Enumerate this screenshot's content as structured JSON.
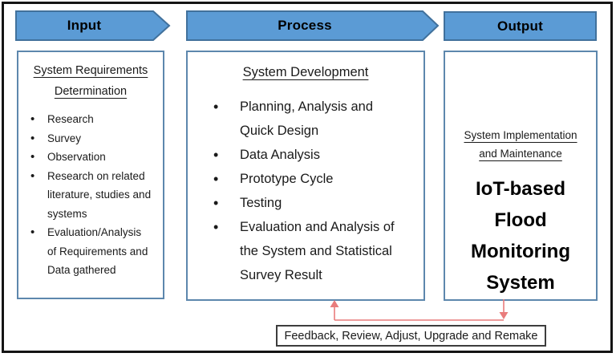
{
  "headers": {
    "input": "Input",
    "process": "Process",
    "output": "Output"
  },
  "input_box": {
    "title": "System Requirements Determination",
    "items": [
      "Research",
      "Survey",
      "Observation",
      "Research on related literature, studies and systems",
      "Evaluation/Analysis of Requirements and Data gathered"
    ]
  },
  "process_box": {
    "title": "System Development",
    "items": [
      "Planning, Analysis and Quick Design",
      "Data Analysis",
      "Prototype Cycle",
      "Testing",
      "Evaluation and Analysis of the System and Statistical Survey Result"
    ]
  },
  "output_box": {
    "title": "System Implementation and Maintenance",
    "product_lines": [
      "IoT-based",
      "Flood",
      "Monitoring",
      "System"
    ]
  },
  "feedback": {
    "label": "Feedback, Review, Adjust, Upgrade and Remake"
  },
  "colors": {
    "header_fill": "#5b9bd5",
    "header_border": "#41719c",
    "box_border": "#5d87ad",
    "feedback_arrow": "#e97c7c",
    "frame": "#141414"
  }
}
